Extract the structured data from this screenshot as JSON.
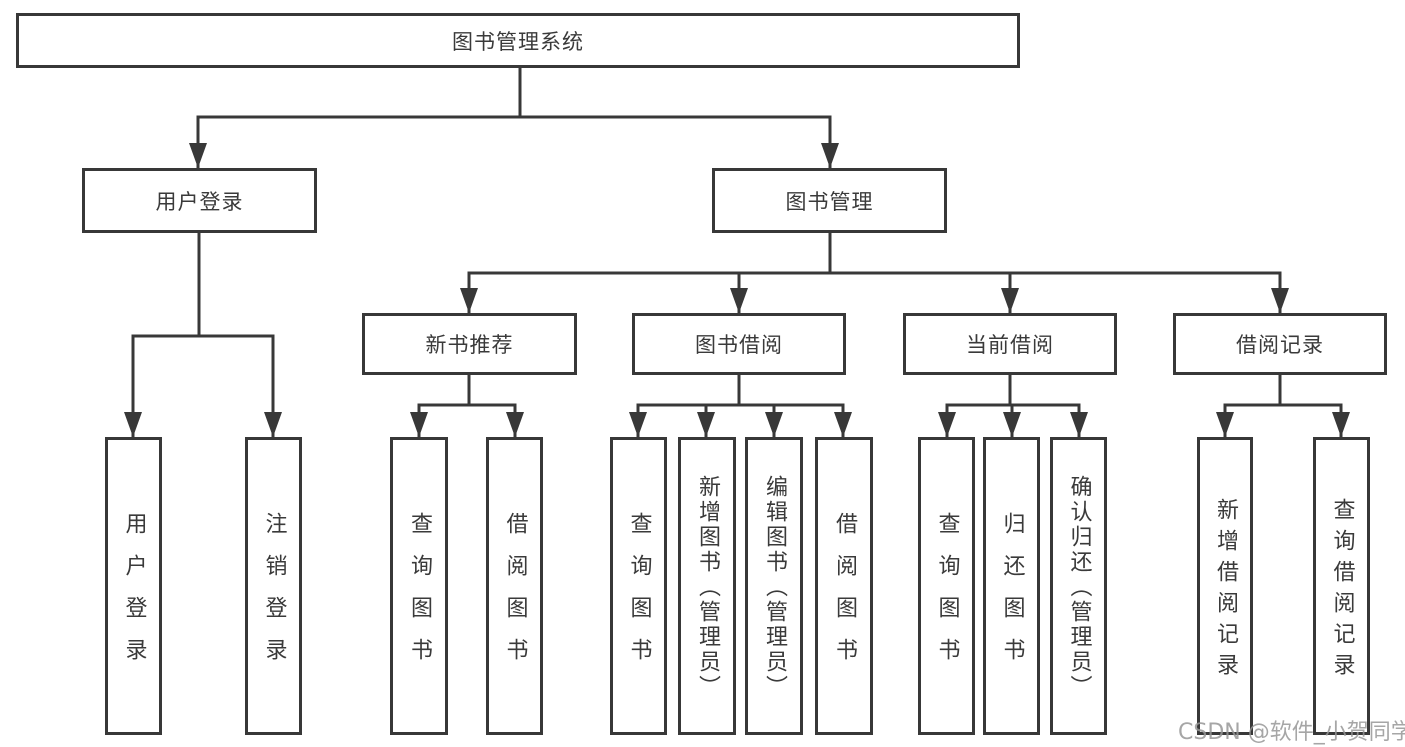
{
  "tree": {
    "root": {
      "label": "图书管理系统"
    },
    "branches": [
      {
        "label": "用户登录",
        "children": [
          {
            "label": "用户登录"
          },
          {
            "label": "注销登录"
          }
        ]
      },
      {
        "label": "图书管理",
        "children": [
          {
            "label": "新书推荐",
            "children": [
              {
                "label": "查询图书"
              },
              {
                "label": "借阅图书"
              }
            ]
          },
          {
            "label": "图书借阅",
            "children": [
              {
                "label": "查询图书"
              },
              {
                "label": "新增图书（管理员）"
              },
              {
                "label": "编辑图书（管理员）"
              },
              {
                "label": "借阅图书"
              }
            ]
          },
          {
            "label": "当前借阅",
            "children": [
              {
                "label": "查询图书"
              },
              {
                "label": "归还图书"
              },
              {
                "label": "确认归还（管理员）"
              }
            ]
          },
          {
            "label": "借阅记录",
            "children": [
              {
                "label": "新增借阅记录"
              },
              {
                "label": "查询借阅记录"
              }
            ]
          }
        ]
      }
    ]
  },
  "watermark": {
    "text": "CSDN @软件_小贺同学"
  },
  "colors": {
    "line": "#383838",
    "box_border": "#383838",
    "text": "#3a3a3a",
    "watermark": "#969696",
    "background": "#ffffff"
  }
}
